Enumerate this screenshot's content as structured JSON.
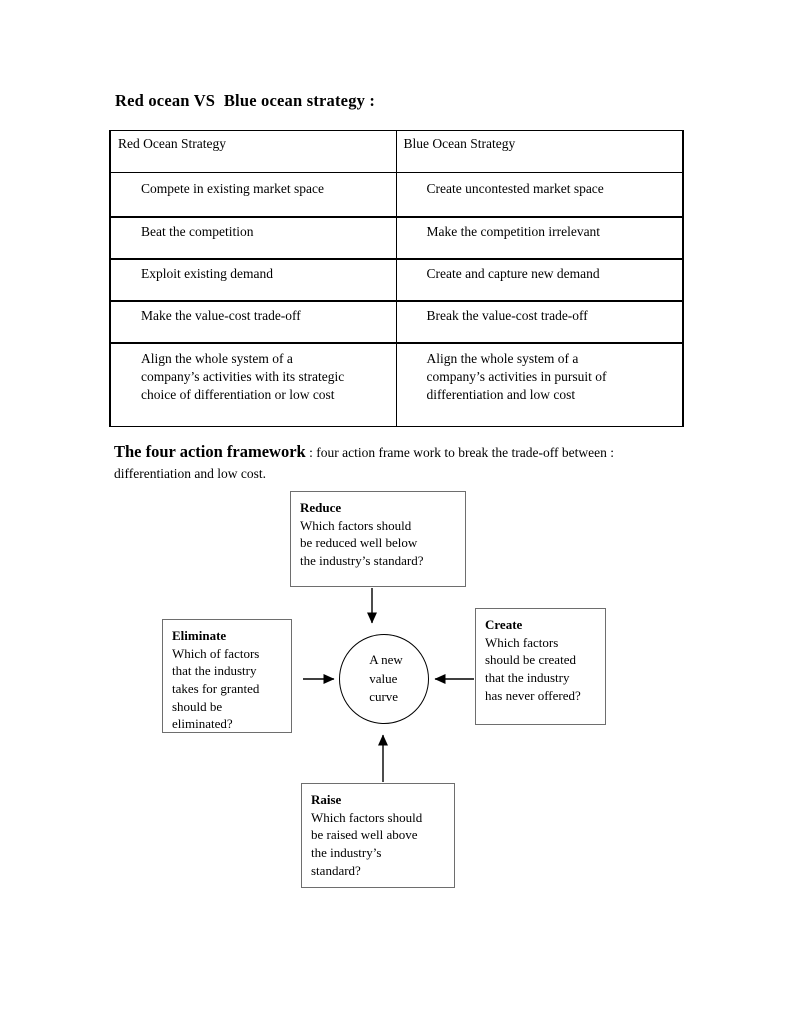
{
  "document": {
    "title": "Red ocean VS  Blue ocean strategy :"
  },
  "comparison_table": {
    "headers": [
      "Red Ocean Strategy",
      "Blue Ocean Strategy"
    ],
    "rows": [
      {
        "red": "Compete in existing market space",
        "blue": "Create uncontested market space"
      },
      {
        "red": "Beat the competition",
        "blue": "Make the competition irrelevant"
      },
      {
        "red": "Exploit existing demand",
        "blue": "Create and capture new demand"
      },
      {
        "red": "Make the value-cost trade-off",
        "blue": "Break the value-cost trade-off"
      },
      {
        "red": "Align the whole system of a\ncompany’s activities with its strategic\nchoice of differentiation or low cost",
        "blue": "Align the whole system of a\ncompany’s activities in pursuit of\ndifferentiation and low cost"
      }
    ]
  },
  "framework": {
    "heading": "The four action framework",
    "description": " : four action frame work to break the trade-off between : differentiation and low cost.",
    "center": {
      "text": "A new\nvalue\ncurve"
    },
    "nodes": {
      "reduce": {
        "title": "Reduce",
        "body": "Which factors should\nbe reduced well below\nthe industry’s standard?"
      },
      "eliminate": {
        "title": "Eliminate",
        "body": "Which of factors\nthat the industry\ntakes for granted\nshould be\neliminated?"
      },
      "create": {
        "title": "Create",
        "body": "Which factors\nshould be created\nthat the  industry\nhas never offered?"
      },
      "raise": {
        "title": "Raise",
        "body": "Which factors should\nbe raised well above\nthe industry’s\nstandard?"
      }
    },
    "arrows": [
      {
        "name": "arrow-reduce-to-center",
        "direction": "down"
      },
      {
        "name": "arrow-eliminate-to-center",
        "direction": "right"
      },
      {
        "name": "arrow-create-to-center",
        "direction": "left"
      },
      {
        "name": "arrow-raise-to-center",
        "direction": "up"
      }
    ]
  },
  "colors": {
    "text": "#000000",
    "table_border": "#000000",
    "box_border": "#6e6e6e",
    "page_background": "#ffffff"
  }
}
